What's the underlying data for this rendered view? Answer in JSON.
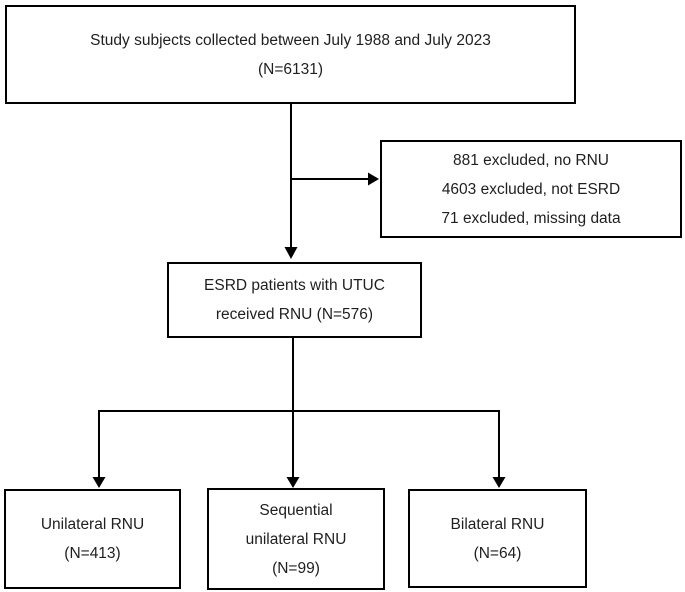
{
  "diagram": {
    "type": "flowchart",
    "colors": {
      "background": "#ffffff",
      "box_border": "#000000",
      "text": "#1f1f1f",
      "arrow": "#000000"
    },
    "nodes": {
      "study": {
        "lines": [
          "Study subjects collected between July 1988 and July 2023",
          "(N=6131)"
        ]
      },
      "excluded": {
        "lines": [
          "881 excluded, no RNU",
          "4603 excluded, not ESRD",
          "71 excluded, missing data"
        ]
      },
      "esrd": {
        "lines": [
          "ESRD patients with UTUC",
          "received RNU (N=576)"
        ]
      },
      "unilateral": {
        "lines": [
          "Unilateral RNU",
          "(N=413)"
        ]
      },
      "sequential": {
        "lines": [
          "Sequential",
          "unilateral RNU",
          "(N=99)"
        ]
      },
      "bilateral": {
        "lines": [
          "Bilateral RNU",
          "(N=64)"
        ]
      }
    }
  }
}
